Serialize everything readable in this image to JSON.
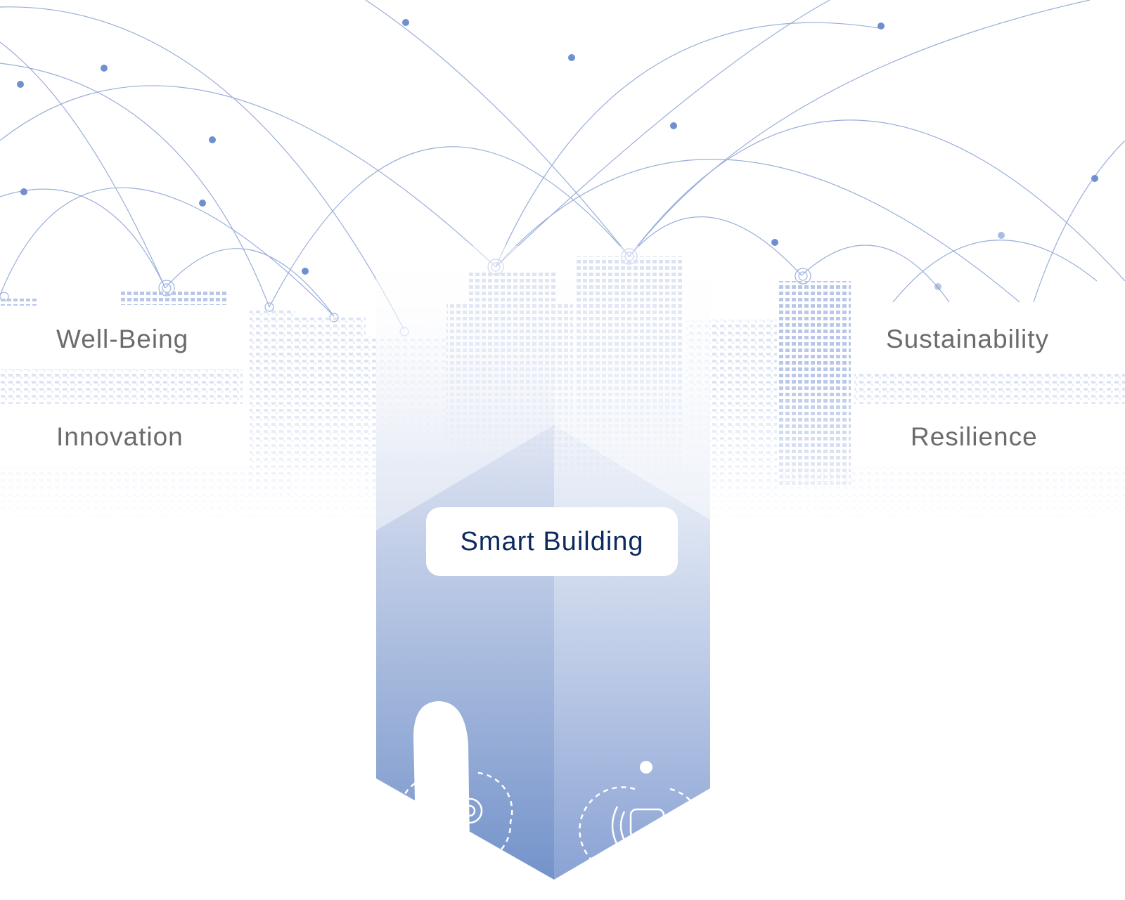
{
  "labels": {
    "well_being": "Well-Being",
    "innovation": "Innovation",
    "sustainability": "Sustainability",
    "resilience": "Resilience",
    "center": "Smart Building"
  },
  "colors": {
    "network_line": "#8fa6d6",
    "node": "#6f8fcf",
    "building": "#c3d0ec",
    "prism_bottom": "#7b98cd",
    "title_text": "#0d2a5e",
    "label_text": "#6b6b6b"
  }
}
